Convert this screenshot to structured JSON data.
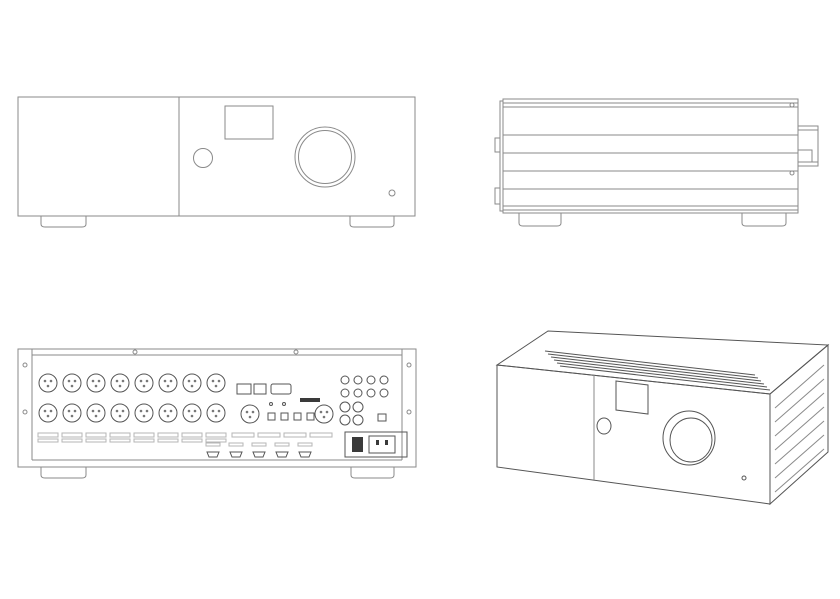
{
  "sheet": {
    "views": [
      {
        "id": "front",
        "icon": "amplifier-front-view-icon"
      },
      {
        "id": "side",
        "icon": "amplifier-side-view-icon"
      },
      {
        "id": "rear",
        "icon": "amplifier-rear-panel-icon"
      },
      {
        "id": "isometric",
        "icon": "amplifier-isometric-view-icon"
      }
    ],
    "rear_panel": {
      "xlr_rows": 2,
      "xlr_per_row": 8,
      "hdmi_ports": 5
    }
  }
}
